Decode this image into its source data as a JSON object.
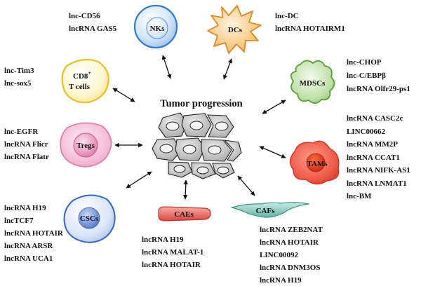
{
  "title": "Tumor progression",
  "colors": {
    "arrow": "#111111",
    "tumor_cell_fill": "#bfbfbf",
    "tumor_cell_stroke": "#222222",
    "nk": "#2f7bd0",
    "dc": "#e49a2c",
    "cd8": "#f0d24a",
    "mdsc": "#6ea94a",
    "treg": "#e58fb5",
    "tam": "#e14a3a",
    "csc": "#3567c0",
    "cae": "#d94a4a",
    "caf": "#5fb3a8"
  },
  "cells": [
    {
      "id": "nk",
      "name": "NKs",
      "markers": [
        "lnc-CD56",
        "lncRNA GAS5"
      ]
    },
    {
      "id": "dc",
      "name": "DCs",
      "markers": [
        "lnc-DC",
        "lncRNA HOTAIRM1"
      ]
    },
    {
      "id": "cd8",
      "name_line1": "CD8",
      "name_sup": "+",
      "name_line2": "T cells",
      "markers": [
        "lnc-Tim3",
        "lnc-sox5"
      ]
    },
    {
      "id": "mdsc",
      "name": "MDSCs",
      "markers": [
        "lnc-CHOP",
        "lnc-C/EBPβ",
        "lncRNA Olfr29-ps1"
      ]
    },
    {
      "id": "treg",
      "name": "Tregs",
      "markers": [
        "lnc-EGFR",
        "lncRNA Flicr",
        "lncRNA Flatr"
      ]
    },
    {
      "id": "tam",
      "name": "TAMs",
      "markers": [
        "lncRNA CASC2c",
        "LINC00662",
        "lncRNA MM2P",
        "lncRNA CCAT1",
        "lncRNA NIFK-AS1",
        "lncRNA LNMAT1",
        "lnc-BM"
      ]
    },
    {
      "id": "csc",
      "name": "CSCs",
      "markers": [
        "lncRNA H19",
        "lncTCF7",
        "lncRNA HOTAIR",
        "lncRNA ARSR",
        "lncRNA UCA1"
      ]
    },
    {
      "id": "cae",
      "name": "CAEs",
      "markers": [
        "lncRNA H19",
        "lncRNA MALAT-1",
        "lncRNA HOTAIR"
      ]
    },
    {
      "id": "caf",
      "name": "CAFs",
      "markers": [
        "lncRNA ZEB2NAT",
        "lncRNA HOTAIR",
        "LINC00092",
        "lncRNA DNM3OS",
        "lncRNA H19"
      ]
    }
  ]
}
